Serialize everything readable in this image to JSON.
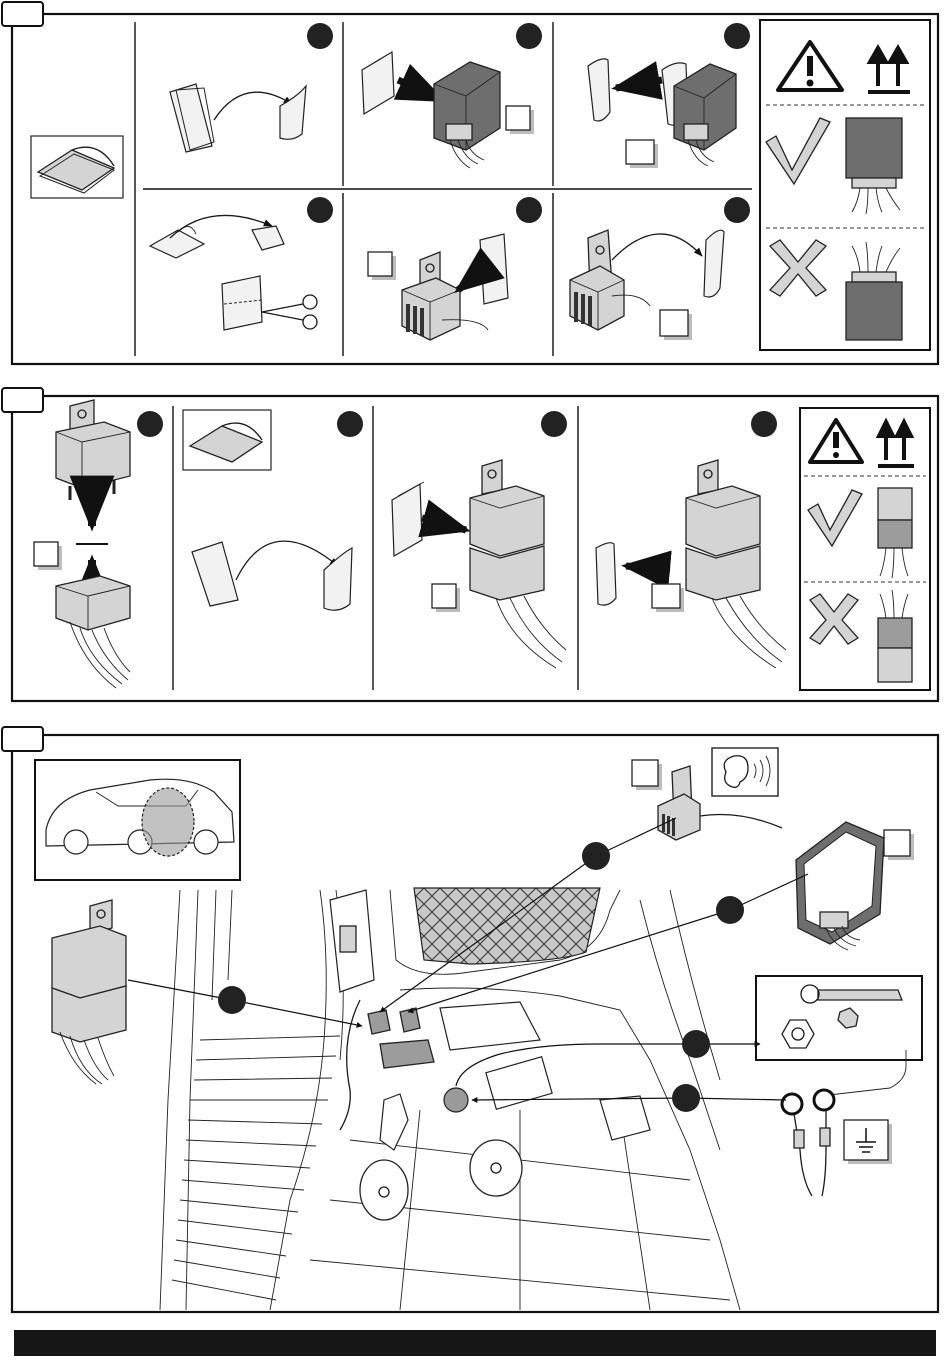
{
  "sections": [
    {
      "id": "section-1",
      "steps": 6,
      "warning_panel": {
        "top": "warning-and-this-side-up-icons",
        "ok": "check-mark-icon",
        "not_ok": "cross-mark-icon"
      }
    },
    {
      "id": "section-2",
      "steps": 4,
      "warning_panel": {
        "top": "warning-and-this-side-up-icons",
        "ok": "check-mark-icon",
        "not_ok": "cross-mark-icon"
      }
    },
    {
      "id": "section-3",
      "callouts": 5,
      "icons": [
        "car-rear-inset",
        "ear-sound-icon",
        "tools-inset",
        "ground-symbol-icon"
      ]
    }
  ],
  "colors": {
    "ink": "#1a1a1a",
    "light_gray": "#d4d4d4",
    "mid_gray": "#9c9c9c",
    "dark_gray": "#6e6e6e",
    "footer": "#161616"
  }
}
